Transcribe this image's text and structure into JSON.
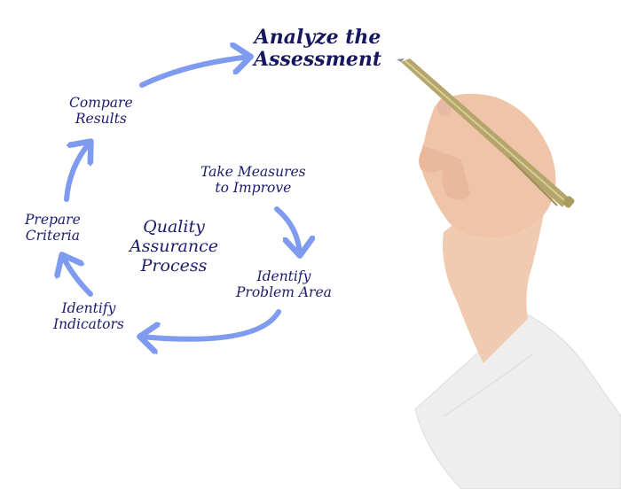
{
  "diagram": {
    "type": "cycle",
    "center": {
      "lines": [
        "Quality",
        "Assurance",
        "Process"
      ]
    },
    "steps": [
      {
        "id": "analyze",
        "lines": [
          "Analyze the",
          "Assessment"
        ]
      },
      {
        "id": "take-measures",
        "lines": [
          "Take Measures",
          "to Improve"
        ]
      },
      {
        "id": "identify-problem",
        "lines": [
          "Identify",
          "Problem Area"
        ]
      },
      {
        "id": "identify-indicators",
        "lines": [
          "Identify",
          "Indicators"
        ]
      },
      {
        "id": "prepare-criteria",
        "lines": [
          "Prepare",
          "Criteria"
        ]
      },
      {
        "id": "compare-results",
        "lines": [
          "Compare",
          "Results"
        ]
      }
    ],
    "flow": [
      [
        "take-measures",
        "identify-problem"
      ],
      [
        "identify-problem",
        "identify-indicators"
      ],
      [
        "identify-indicators",
        "prepare-criteria"
      ],
      [
        "prepare-criteria",
        "compare-results"
      ],
      [
        "compare-results",
        "analyze"
      ]
    ],
    "colors": {
      "text": "#1c1c6e",
      "arrow": "#7f9bef",
      "pen": "#b5a56a",
      "skin": "#efc4a8",
      "sleeve": "#eeeeee"
    }
  }
}
